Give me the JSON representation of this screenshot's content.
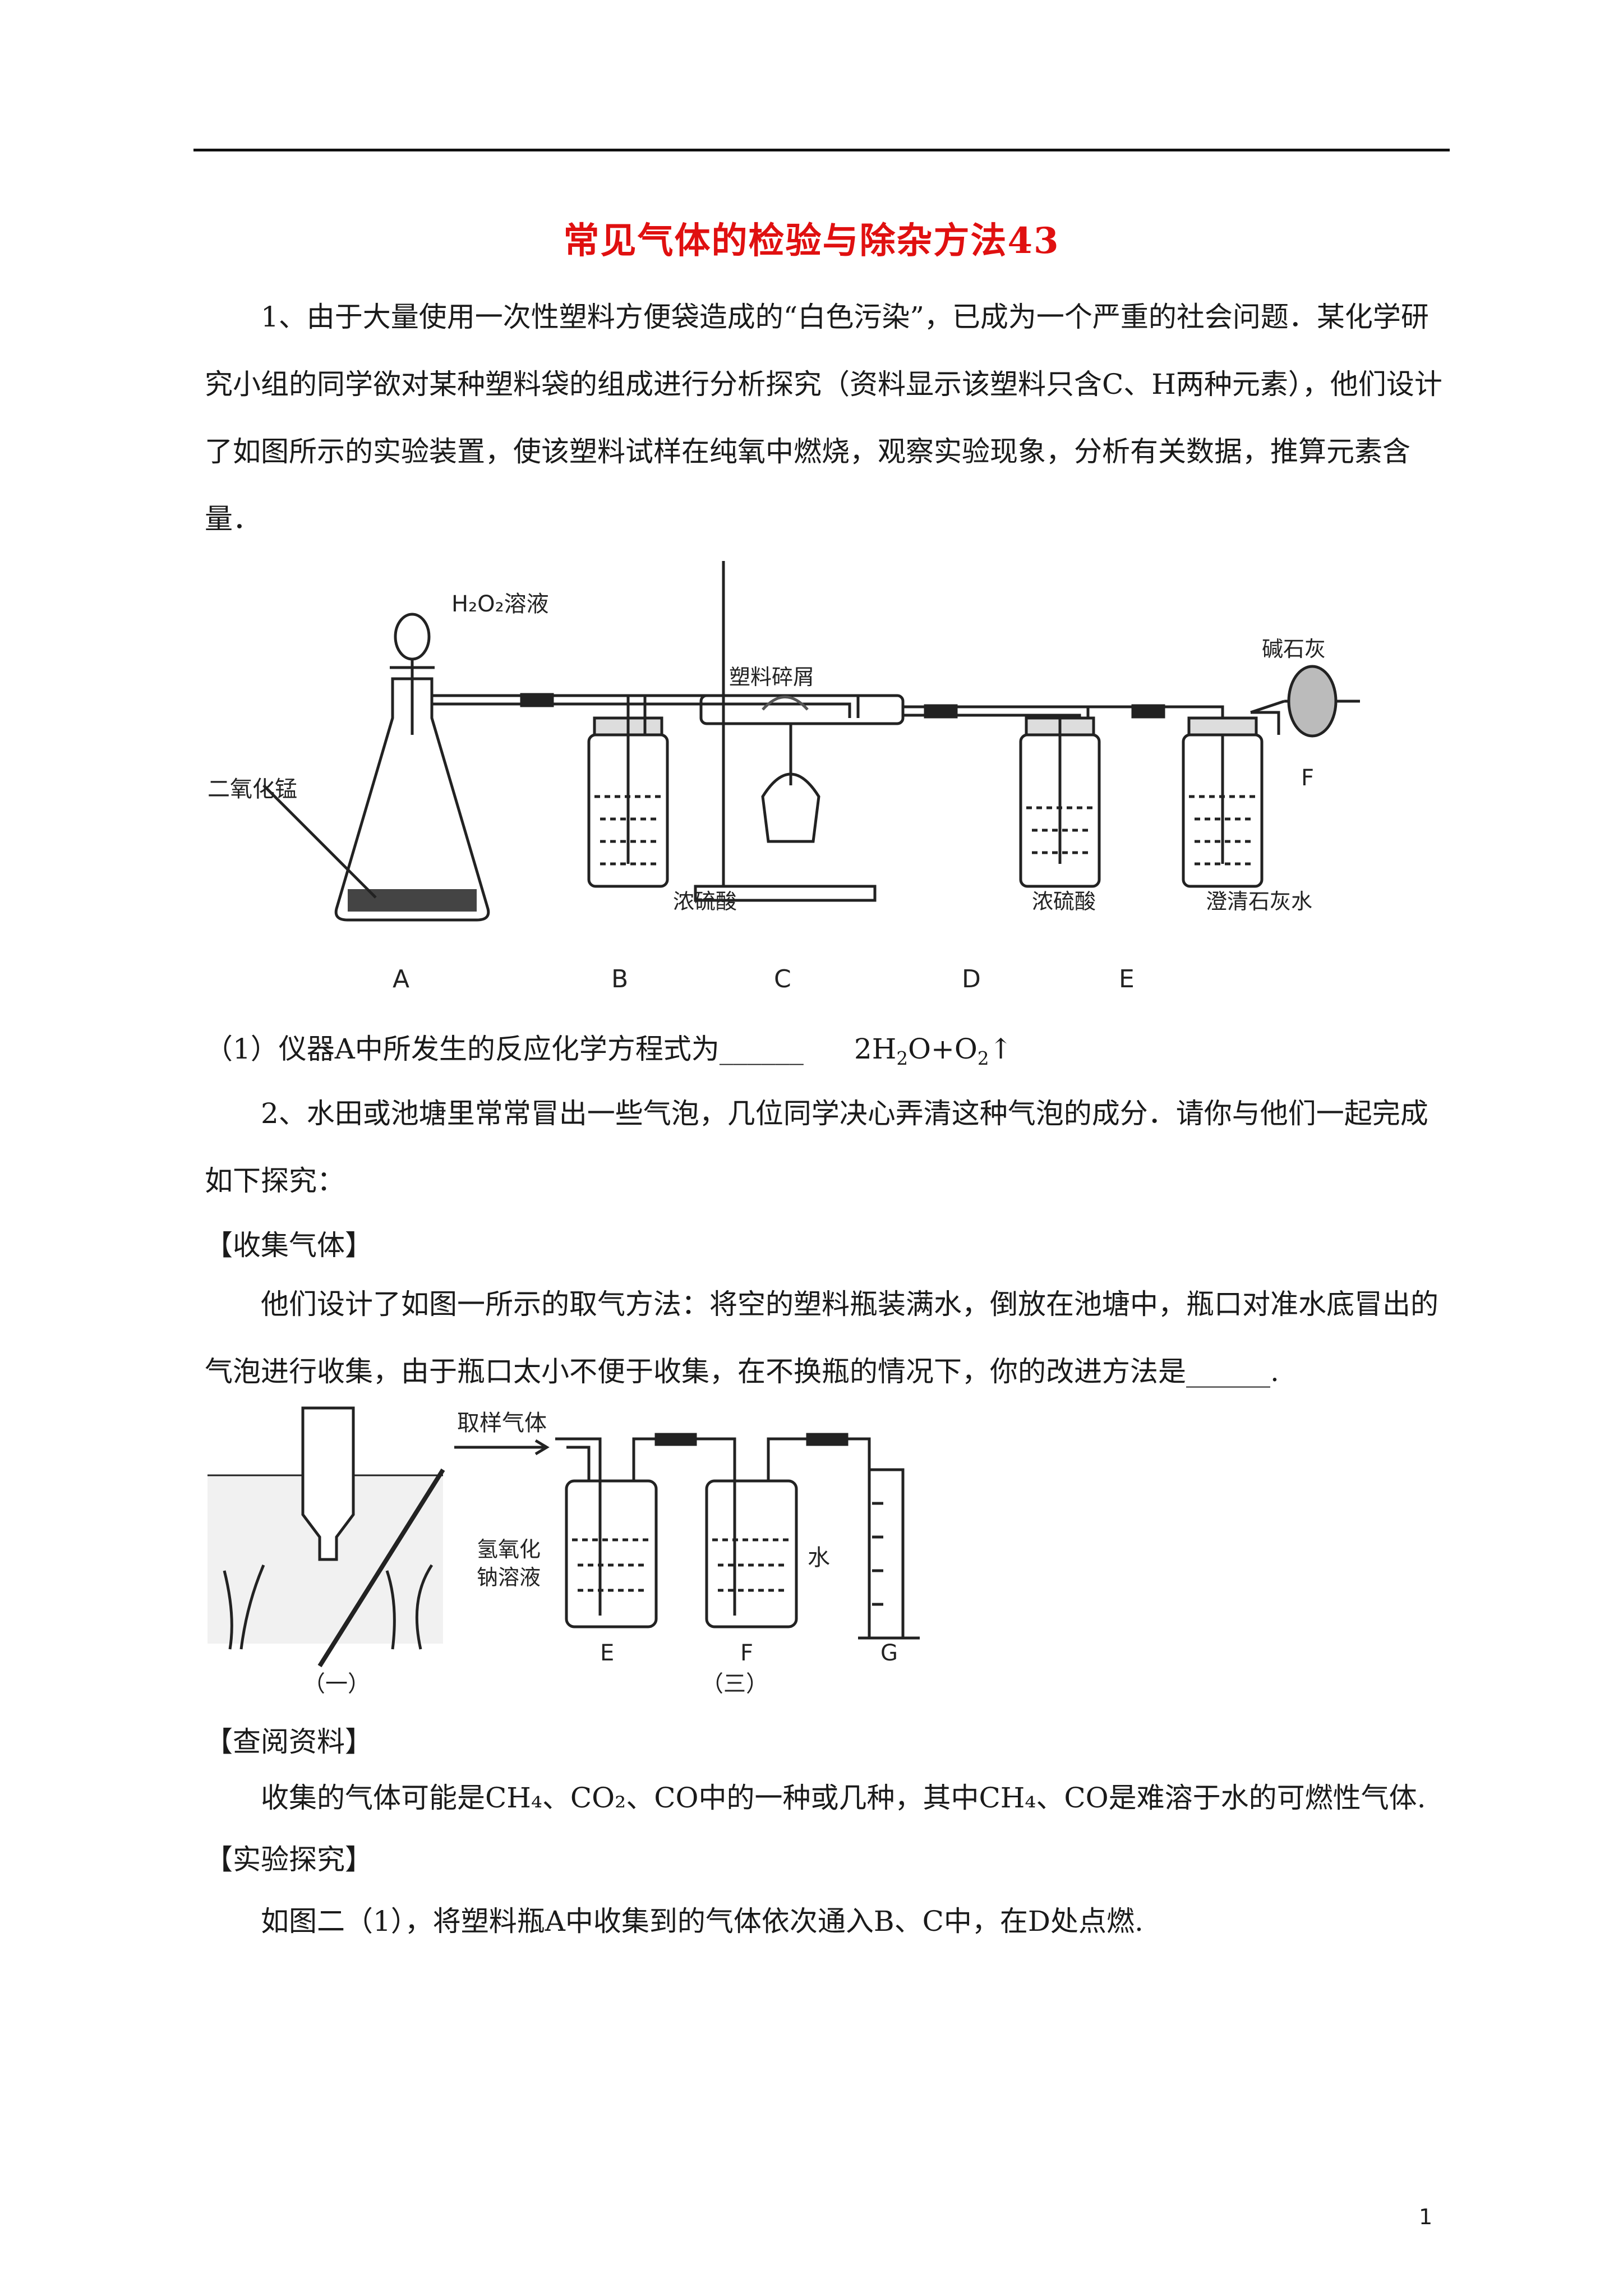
{
  "title": "常见气体的检验与除杂方法43",
  "q1": {
    "text": "1、由于大量使用一次性塑料方便袋造成的“白色污染”，已成为一个严重的社会问题．某化学研究小组的同学欲对某种塑料袋的组成进行分析探究（资料显示该塑料只含C、H两种元素），他们设计了如图所示的实验装置，使该塑料试样在纯氧中燃烧，观察实验现象，分析有关数据，推算元素含量．",
    "figure": {
      "h2o2_label": "H₂O₂溶液",
      "mno2_label": "二氧化锰",
      "plastic_label": "塑料碎屑",
      "acid_label_b": "浓硫酸",
      "acid_label_d": "浓硫酸",
      "limewater_label": "澄清石灰水",
      "sodalime_label": "碱石灰",
      "f_label": "F",
      "letters": [
        "A",
        "B",
        "C",
        "D",
        "E"
      ]
    },
    "sub1_prefix": "（1）仪器A中所发生的反应化学方程式为",
    "sub1_blank": "______",
    "sub1_eq_a": "2H",
    "sub1_eq_a_sub": "2",
    "sub1_eq_b": "O+O",
    "sub1_eq_b_sub": "2",
    "sub1_eq_arrow": "↑"
  },
  "q2": {
    "text": "2、水田或池塘里常常冒出一些气泡，几位同学决心弄清这种气泡的成分．请你与他们一起完成如下探究：",
    "collect_heading": "【收集气体】",
    "collect_text": "他们设计了如图一所示的取气方法：将空的塑料瓶装满水，倒放在池塘中，瓶口对准水底冒出的气泡进行收集，由于瓶口太小不便于收集，在不换瓶的情况下，你的改进方法是______.",
    "figure": {
      "sample_label": "取样气体",
      "naoh_label_1": "氢氧化",
      "naoh_label_2": "钠溶液",
      "water_label": "水",
      "letters": [
        "E",
        "F",
        "G"
      ],
      "caption_1": "（一）",
      "caption_3": "（三）"
    },
    "refs_heading": "【查阅资料】",
    "refs_text": "收集的气体可能是CH₄、CO₂、CO中的一种或几种，其中CH₄、CO是难溶于水的可燃性气体.",
    "explore_heading": "【实验探究】",
    "explore_text": "如图二（1），将塑料瓶A中收集到的气体依次通入B、C中，在D处点燃."
  },
  "page_number": "1"
}
